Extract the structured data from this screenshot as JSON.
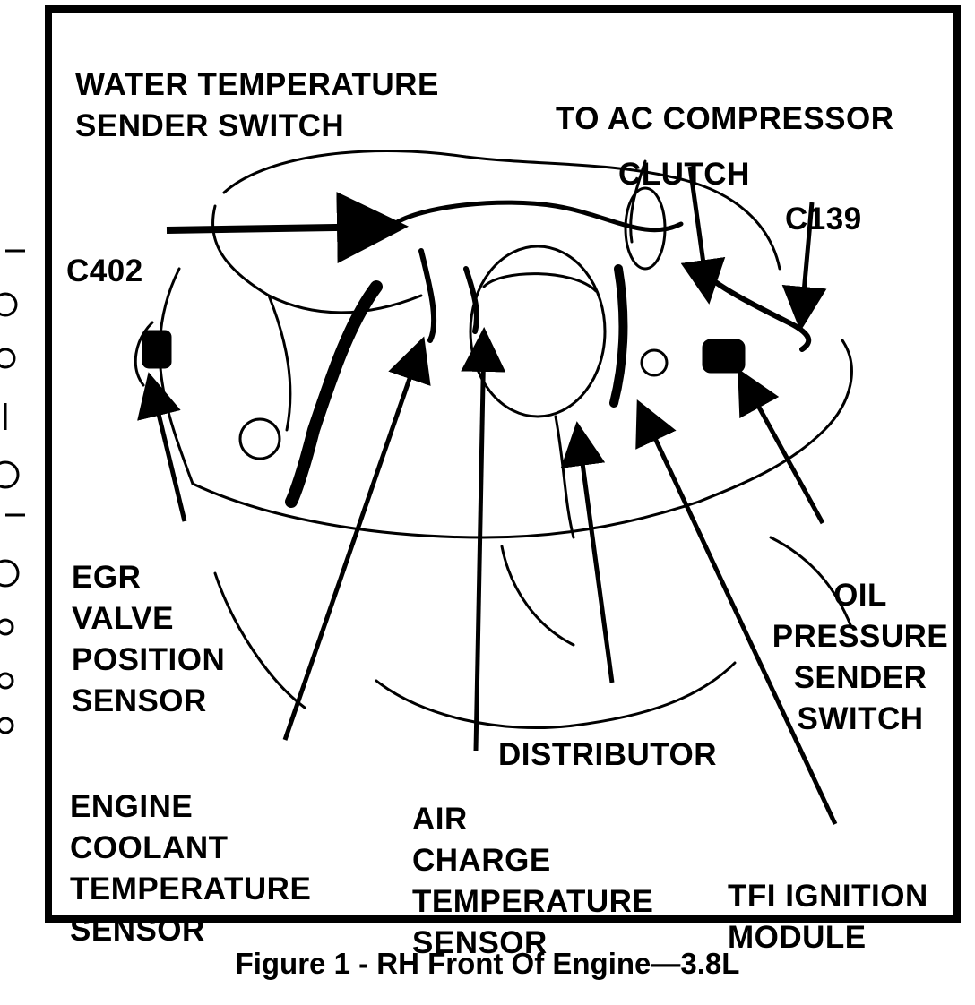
{
  "labels": {
    "water_temp": [
      "WATER TEMPERATURE",
      "SENDER SWITCH"
    ],
    "ac_compressor": [
      "TO AC COMPRESSOR"
    ],
    "clutch": [
      "CLUTCH"
    ],
    "c139": [
      "C139"
    ],
    "c402": [
      "C402"
    ],
    "egr": [
      "EGR",
      "VALVE",
      "POSITION",
      "SENSOR"
    ],
    "oil_pressure": [
      "OIL",
      "PRESSURE",
      "SENDER",
      "SWITCH"
    ],
    "distributor": [
      "DISTRIBUTOR"
    ],
    "engine_coolant": [
      "ENGINE",
      "COOLANT",
      "TEMPERATURE",
      "SENSOR"
    ],
    "air_charge": [
      "AIR",
      "CHARGE",
      "TEMPERATURE",
      "SENSOR"
    ],
    "tfi": [
      "TFI IGNITION",
      "MODULE"
    ]
  },
  "caption": "Figure 1 - RH Front Of Engine—3.8L",
  "colors": {
    "ink": "#000000",
    "paper": "#ffffff"
  }
}
